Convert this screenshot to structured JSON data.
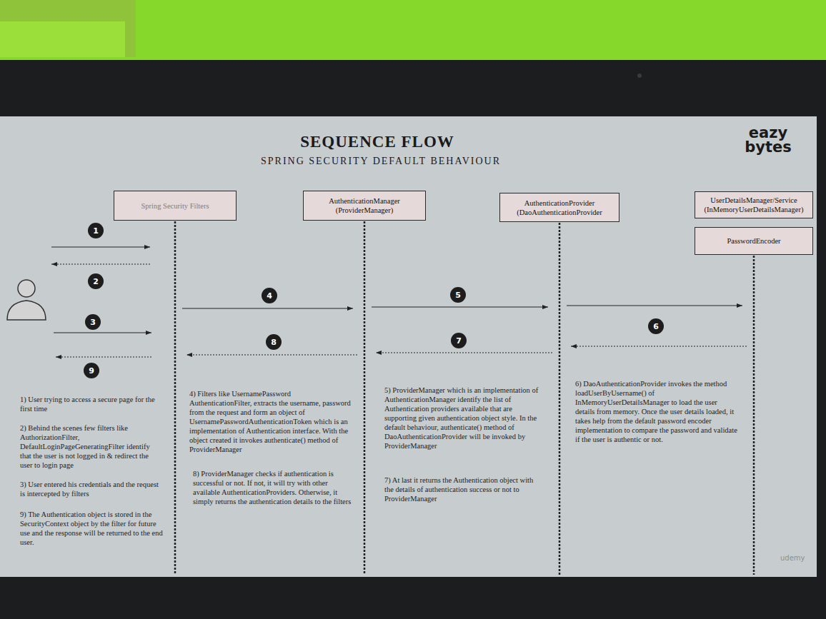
{
  "diagram": {
    "title": "SEQUENCE FLOW",
    "nodes": [
      {
        "text": [
          "Spring Security Filters"
        ]
      },
      {
        "text": [
          "AuthenticationManager (ProviderManager)"
        ]
      },
      {
        "text": [
          "AuthenticationProvider (DaoAuthenticationProvider"
        ]
      },
      {
        "text": [
          "UserDetailsManager/Service (InMemoryUserDetailsManager)"
        ]
      },
      {
        "text": [
          "PasswordEncoder"
        ]
      },
      {
        "text": [
          "1"
        ]
      },
      {
        "text": [
          "2"
        ]
      },
      {
        "text": [
          "3"
        ]
      },
      {
        "text": [
          "4"
        ]
      },
      {
        "text": [
          "5"
        ]
      },
      {
        "text": [
          "6"
        ]
      },
      {
        "text": [
          "7"
        ]
      },
      {
        "text": [
          "8"
        ]
      },
      {
        "text": [
          "9"
        ]
      }
    ],
    "edges": [
      {
        "from": 0,
        "to": 1,
        "arrow": "to"
      },
      {
        "from": 1,
        "to": 2,
        "arrow": "to"
      },
      {
        "from": 2,
        "to": 3,
        "arrow": "to"
      },
      {
        "from": 3,
        "to": 2,
        "arrow": "to"
      },
      {
        "from": 2,
        "to": 1,
        "arrow": "to"
      },
      {
        "from": 1,
        "to": 0,
        "arrow": "to"
      }
    ],
    "labels": [
      "SPRING SECURITY DEFAULT BEHAVIOUR",
      "eazy bytes",
      "1) User trying to access a secure page for the first time",
      "2) Behind the scenes few filters like AuthorizationFilter, DefaultLoginPageGeneratingFilter identify that the user is not logged in & redirect the user to login page",
      "3) User entered his credentials and the request is intercepted by filters",
      "9) The Authentication object is stored in the SecurityContext object by the filter for future use and the response will be returned to the end user.",
      "4) Filters like UsernamePassword AuthenticationFilter, extracts the username, password from the request and form an object of UsernamePasswordAuthenticationToken which is an implementation of Authentication interface. With the object created it invokes authenticate() method of ProviderManager",
      "8) ProviderManager checks if authentication is successful or not. If not, it will try with other available AuthenticationProviders. Otherwise, it simply returns the authentication details to the filters",
      "5) ProviderManager which is an implementation of AuthenticationManager identify the list of Authentication providers available that are supporting given authentication object style. In the default behaviour, authenticate() method of DaoAuthenticationProvider will be invoked by ProviderManager",
      "7) At last it returns the Authentication object with the details of authentication success or not to ProviderManager",
      "6) DaoAuthenticationProvider invokes the method loadUserByUsername() of InMemoryUserDetailsManager to load the user details from memory. Once the user details loaded, it takes help from the default password encoder implementation to compare the password and validate if the user is authentic or not.",
      "udemy"
    ]
  }
}
